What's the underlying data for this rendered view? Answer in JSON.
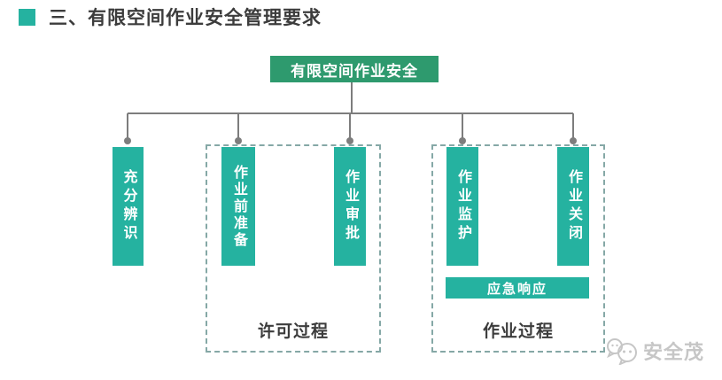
{
  "page": {
    "header": {
      "title": "三、有限空间作业安全管理要求"
    },
    "diagram": {
      "root": {
        "label": "有限空间作业安全"
      },
      "branches": [
        {
          "label": "充分辨识"
        },
        {
          "label": "作业前准备"
        },
        {
          "label": "作业审批"
        },
        {
          "label": "作业监护"
        },
        {
          "label": "作业关闭"
        }
      ],
      "groups": [
        {
          "label": "许可过程"
        },
        {
          "label": "作业过程"
        }
      ],
      "emergency": {
        "label": "应急响应"
      }
    },
    "watermark": {
      "text": "安全茂",
      "logo": "chat-bubbles-logo"
    },
    "colors": {
      "root_green": "#2e9a6e",
      "bar_teal": "#25b2a0",
      "dashed": "#85a8a6",
      "line": "#7d7d7d",
      "text_dark": "#3c3c3c",
      "wm": "#c6c6c6"
    }
  }
}
